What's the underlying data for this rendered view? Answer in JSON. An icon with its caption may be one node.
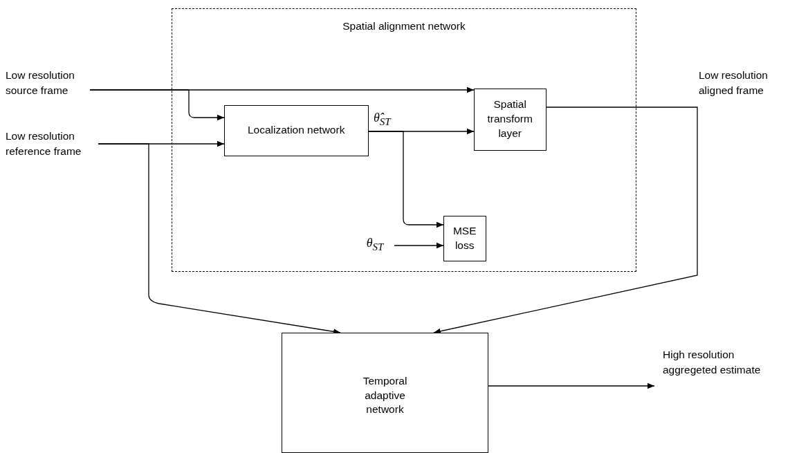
{
  "diagram": {
    "nodes": [
      {
        "text": [
          "Spatial alignment network"
        ]
      },
      {
        "text": [
          "Low resolution source frame"
        ]
      },
      {
        "text": [
          "Low resolution reference frame"
        ]
      },
      {
        "text": [
          "Localization network"
        ],
        "in": 0
      },
      {
        "text": [
          "Spatial transform layer"
        ],
        "in": 0
      },
      {
        "text": [
          "MSE loss"
        ],
        "in": 0
      },
      {
        "text": [
          "θ$_{ST}$"
        ],
        "in": 0
      },
      {
        "text": [
          "Temporal adaptive network"
        ]
      },
      {
        "text": [
          "High resolution aggregeted estimate"
        ]
      }
    ],
    "edges": [
      {
        "from": 1,
        "to": 4,
        "arrow": "to"
      },
      {
        "from": 1,
        "to": 3,
        "arrow": "to"
      },
      {
        "from": 2,
        "to": 3,
        "arrow": "to"
      },
      {
        "from": 2,
        "to": 7,
        "arrow": "to"
      },
      {
        "from": 3,
        "to": 4,
        "arrow": "to",
        "label": "θ̂$_{ST}$"
      },
      {
        "from": 3,
        "to": 5,
        "arrow": "to"
      },
      {
        "from": 6,
        "to": 5,
        "arrow": "to"
      },
      {
        "from": 4,
        "to": 7,
        "arrow": "to",
        "label": "Low resolution aligned frame"
      },
      {
        "from": 7,
        "to": 8,
        "arrow": "to"
      }
    ]
  }
}
